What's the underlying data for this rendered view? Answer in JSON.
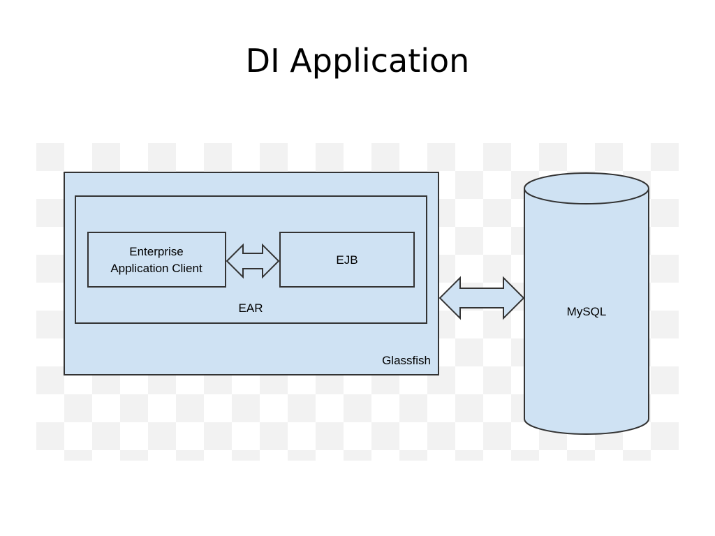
{
  "slide": {
    "title": "DI Application"
  },
  "diagram": {
    "nodes": {
      "glassfish": {
        "label": "Glassfish"
      },
      "ear": {
        "label": "EAR"
      },
      "client": {
        "label_line1": "Enterprise",
        "label_line2": "Application Client"
      },
      "ejb": {
        "label": "EJB"
      },
      "mysql": {
        "label": "MySQL"
      }
    },
    "edges": [
      {
        "from": "client",
        "to": "ejb",
        "style": "double-arrow"
      },
      {
        "from": "glassfish",
        "to": "mysql",
        "style": "double-arrow"
      }
    ],
    "colors": {
      "fill": "#cfe2f3",
      "stroke": "#333333",
      "checker_light": "#ffffff",
      "checker_dark": "#f2f2f2"
    }
  }
}
